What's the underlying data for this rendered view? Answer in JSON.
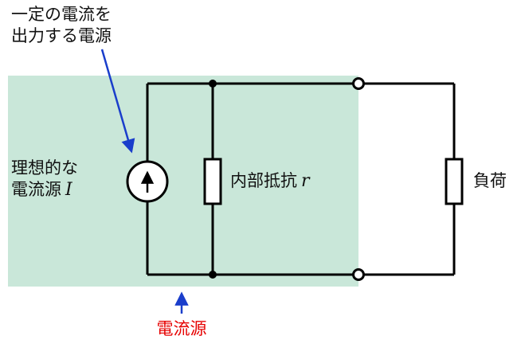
{
  "diagram": {
    "title_annotation": {
      "line1": "一定の電流を",
      "line2": "出力する電源"
    },
    "ideal_source_label": {
      "line1": "理想的な",
      "line2": "電流源",
      "symbol": "I"
    },
    "internal_resistance_label": {
      "text": "内部抵抗",
      "symbol": "r"
    },
    "load_label": {
      "text": "負荷"
    },
    "source_box_label": "電流源"
  },
  "colors": {
    "box_fill": "#c9e7d9",
    "wire": "#000000",
    "annotation_arrow": "#1a3ecb",
    "source_label_color": "#e60000"
  }
}
